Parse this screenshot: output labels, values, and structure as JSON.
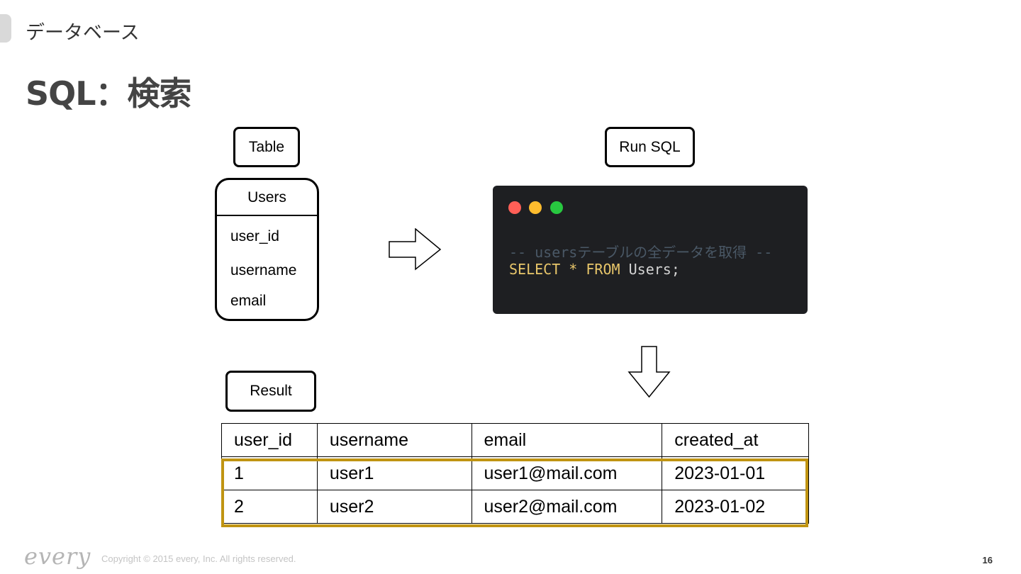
{
  "header": {
    "section": "データベース",
    "title": "SQL：検索"
  },
  "table_diagram": {
    "tag": "Table",
    "entity_name": "Users",
    "fields": [
      "user_id",
      "username",
      "email"
    ]
  },
  "run_sql": {
    "tag": "Run SQL",
    "window_dots": {
      "close": "#ff5f57",
      "minimize": "#febc2e",
      "maximize": "#28c840"
    },
    "comment": "-- usersテーブルの全データを取得 --",
    "query": {
      "select": "SELECT",
      "star": "*",
      "from": "FROM",
      "rest": "Users;"
    }
  },
  "result": {
    "tag": "Result",
    "columns": [
      "user_id",
      "username",
      "email",
      "created_at"
    ],
    "rows": [
      [
        "1",
        "user1",
        "user1@mail.com",
        "2023-01-01"
      ],
      [
        "2",
        "user2",
        "user2@mail.com",
        "2023-01-02"
      ]
    ],
    "highlight_color": "#c09412"
  },
  "footer": {
    "logo": "every",
    "copyright": "Copyright © 2015 every, Inc. All rights reserved.",
    "page_number": "16"
  },
  "icons": [
    "right-arrow-icon",
    "down-arrow-icon"
  ]
}
